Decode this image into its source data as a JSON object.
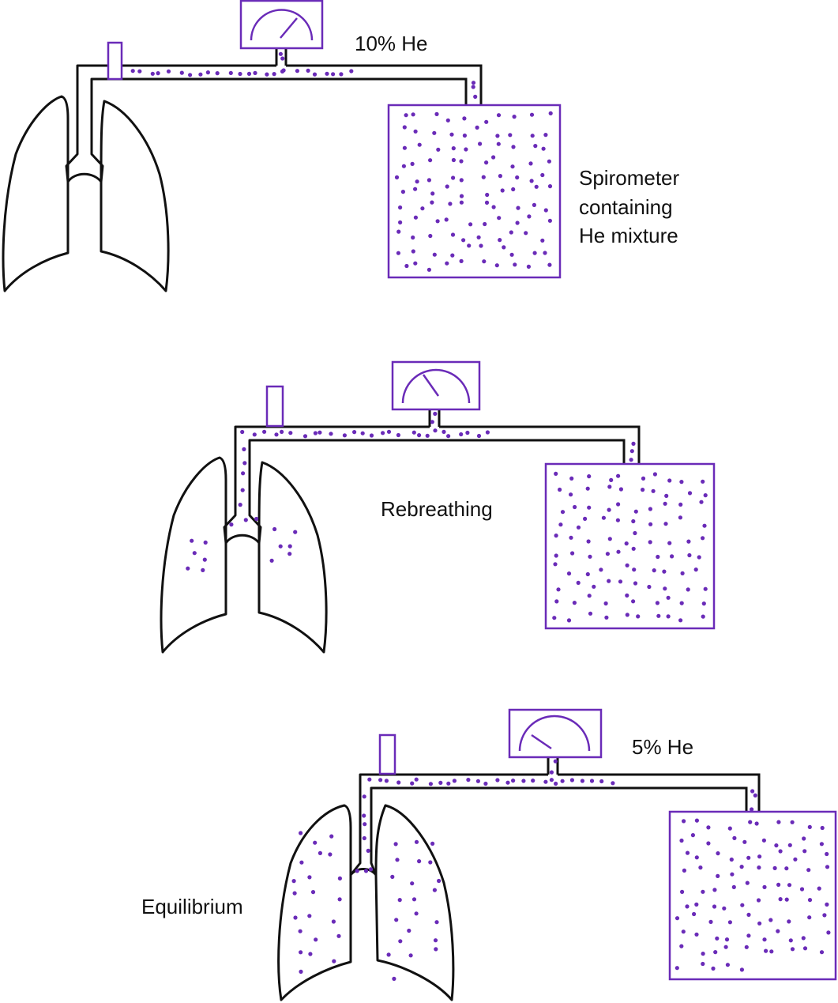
{
  "colors": {
    "helium_dot": "#6a2bb8",
    "instrument_outline": "#6a2bb8",
    "line": "#111111",
    "background": "#ffffff"
  },
  "panels": [
    {
      "stage": "initial",
      "gauge_reading_label": "10% He",
      "spirometer_label_lines": [
        "Spirometer",
        "containing",
        "He mixture"
      ],
      "lung_helium": "none"
    },
    {
      "stage": "rebreathing",
      "stage_label": "Rebreathing",
      "lung_helium": "partial"
    },
    {
      "stage": "equilibrium",
      "gauge_reading_label": "5% He",
      "stage_label": "Equilibrium",
      "lung_helium": "full"
    }
  ]
}
